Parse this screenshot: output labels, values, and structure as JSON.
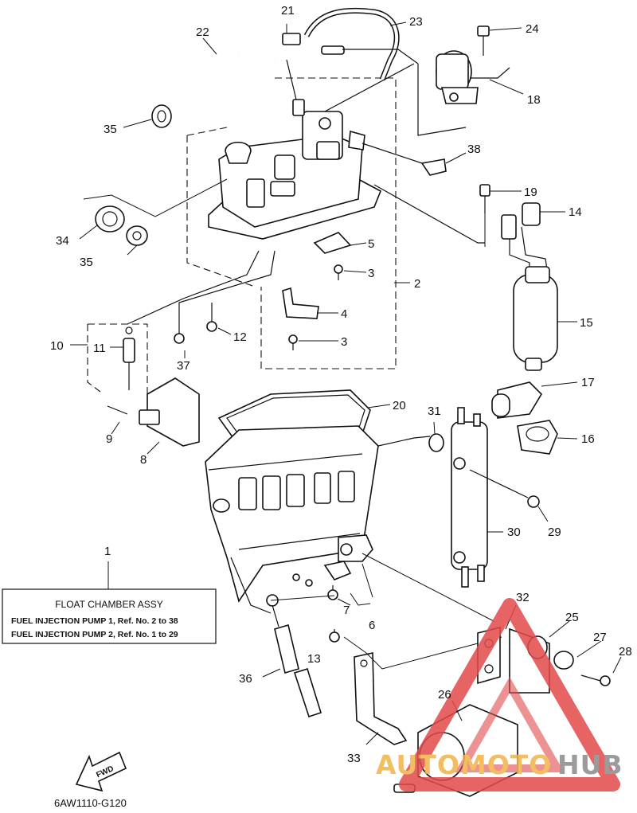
{
  "callouts": {
    "c2": "2",
    "c3a": "3",
    "c3b": "3",
    "c4": "4",
    "c5": "5",
    "c6": "6",
    "c7": "7",
    "c8": "8",
    "c9": "9",
    "c10": "10",
    "c11": "11",
    "c12": "12",
    "c13": "13",
    "c14": "14",
    "c15": "15",
    "c16": "16",
    "c17": "17",
    "c18": "18",
    "c19": "19",
    "c20": "20",
    "c21": "21",
    "c22": "22",
    "c23": "23",
    "c24": "24",
    "c25": "25",
    "c26": "26",
    "c27": "27",
    "c28": "28",
    "c29": "29",
    "c30": "30",
    "c31": "31",
    "c32": "32",
    "c33": "33",
    "c34": "34",
    "c35a": "35",
    "c35b": "35",
    "c36": "36",
    "c37": "37",
    "c38": "38",
    "c1": "1"
  },
  "info_box": {
    "title": "FLOAT CHAMBER ASSY",
    "line1": "FUEL INJECTION PUMP 1,  Ref. No. 2 to 38",
    "line2": "FUEL INJECTION PUMP 2,  Ref. No. 1 to 29"
  },
  "fwd_label": "FWD",
  "diagram_code": "6AW1110-G120",
  "watermark": {
    "part1": "AUTOMOTO",
    "part2": "HUB",
    "color_accent": "#e34a4a",
    "color_orange": "#f2b247",
    "color_gray": "#8a8a8a"
  }
}
